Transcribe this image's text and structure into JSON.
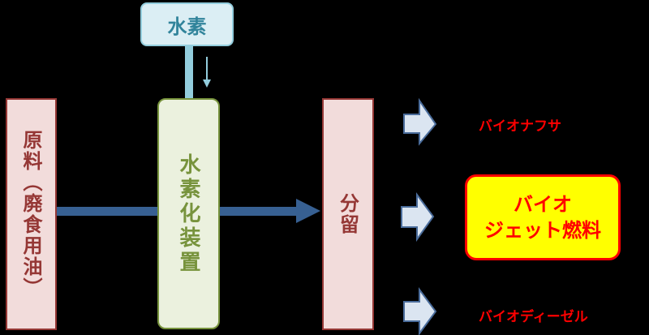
{
  "hydrogen": {
    "label": "水素"
  },
  "feedstock": {
    "label": "原料（廃食用油）"
  },
  "hydrotreater": {
    "label": "水素化装置"
  },
  "distillation": {
    "label": "分留"
  },
  "products": {
    "naphtha": "バイオナフサ",
    "jet_line1": "バイオ",
    "jet_line2": "ジェット燃料",
    "diesel": "バイオディーゼル"
  },
  "colors": {
    "flow_arrow": "#376092",
    "product_arrow_fill": "#dbe5f1",
    "product_arrow_stroke": "#4a6c9b",
    "highlight": "#ffff00",
    "product_text": "#ff0000"
  }
}
